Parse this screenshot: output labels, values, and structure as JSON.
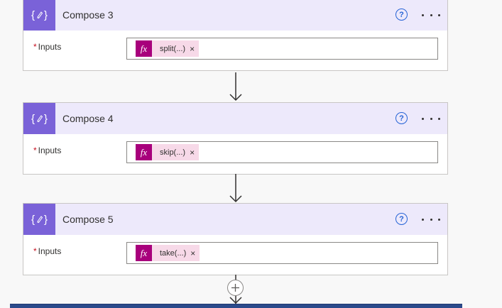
{
  "cards": [
    {
      "title": "Compose 3",
      "required_mark": "*",
      "field_label": "Inputs",
      "token_label": "split(...)",
      "token_close": "×",
      "fx_glyph": "fx",
      "help_glyph": "?",
      "icon": "compose-icon"
    },
    {
      "title": "Compose 4",
      "required_mark": "*",
      "field_label": "Inputs",
      "token_label": "skip(...)",
      "token_close": "×",
      "fx_glyph": "fx",
      "help_glyph": "?",
      "icon": "compose-icon"
    },
    {
      "title": "Compose 5",
      "required_mark": "*",
      "field_label": "Inputs",
      "token_label": "take(...)",
      "token_close": "×",
      "fx_glyph": "fx",
      "help_glyph": "?",
      "icon": "compose-icon"
    }
  ],
  "colors": {
    "header_bg": "#ede9fb",
    "icon_bg": "#7a62d8",
    "fx_bg": "#a8007c",
    "token_bg": "#f7d9e8",
    "help_blue": "#2563d6",
    "required_red": "#c50f1f"
  }
}
